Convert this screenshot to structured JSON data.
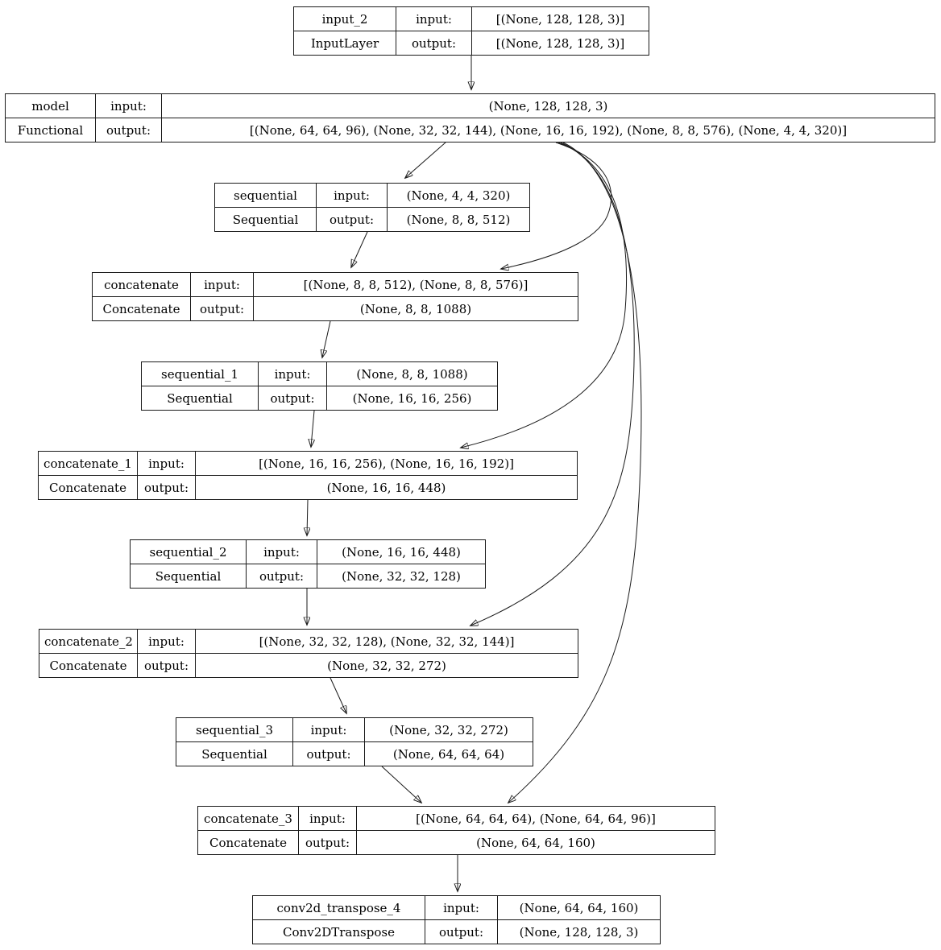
{
  "labels": {
    "input": "input:",
    "output": "output:"
  },
  "nodes": [
    {
      "name": "input_2",
      "type": "InputLayer",
      "input": "[(None, 128, 128, 3)]",
      "output": "[(None, 128, 128, 3)]"
    },
    {
      "name": "model",
      "type": "Functional",
      "input": "(None, 128, 128, 3)",
      "output": "[(None, 64, 64, 96), (None, 32, 32, 144), (None, 16, 16, 192), (None, 8, 8, 576), (None, 4, 4, 320)]"
    },
    {
      "name": "sequential",
      "type": "Sequential",
      "input": "(None, 4, 4, 320)",
      "output": "(None, 8, 8, 512)"
    },
    {
      "name": "concatenate",
      "type": "Concatenate",
      "input": "[(None, 8, 8, 512), (None, 8, 8, 576)]",
      "output": "(None, 8, 8, 1088)"
    },
    {
      "name": "sequential_1",
      "type": "Sequential",
      "input": "(None, 8, 8, 1088)",
      "output": "(None, 16, 16, 256)"
    },
    {
      "name": "concatenate_1",
      "type": "Concatenate",
      "input": "[(None, 16, 16, 256), (None, 16, 16, 192)]",
      "output": "(None, 16, 16, 448)"
    },
    {
      "name": "sequential_2",
      "type": "Sequential",
      "input": "(None, 16, 16, 448)",
      "output": "(None, 32, 32, 128)"
    },
    {
      "name": "concatenate_2",
      "type": "Concatenate",
      "input": "[(None, 32, 32, 128), (None, 32, 32, 144)]",
      "output": "(None, 32, 32, 272)"
    },
    {
      "name": "sequential_3",
      "type": "Sequential",
      "input": "(None, 32, 32, 272)",
      "output": "(None, 64, 64, 64)"
    },
    {
      "name": "concatenate_3",
      "type": "Concatenate",
      "input": "[(None, 64, 64, 64), (None, 64, 64, 96)]",
      "output": "(None, 64, 64, 160)"
    },
    {
      "name": "conv2d_transpose_4",
      "type": "Conv2DTranspose",
      "input": "(None, 64, 64, 160)",
      "output": "(None, 128, 128, 3)"
    }
  ],
  "edges": [
    {
      "from": "input_2",
      "to": "model"
    },
    {
      "from": "model",
      "to": "sequential"
    },
    {
      "from": "model",
      "to": "concatenate"
    },
    {
      "from": "sequential",
      "to": "concatenate"
    },
    {
      "from": "concatenate",
      "to": "sequential_1"
    },
    {
      "from": "model",
      "to": "concatenate_1"
    },
    {
      "from": "sequential_1",
      "to": "concatenate_1"
    },
    {
      "from": "concatenate_1",
      "to": "sequential_2"
    },
    {
      "from": "sequential_2",
      "to": "concatenate_2"
    },
    {
      "from": "model",
      "to": "concatenate_2"
    },
    {
      "from": "concatenate_2",
      "to": "sequential_3"
    },
    {
      "from": "sequential_3",
      "to": "concatenate_3"
    },
    {
      "from": "model",
      "to": "concatenate_3"
    },
    {
      "from": "concatenate_3",
      "to": "conv2d_transpose_4"
    }
  ],
  "edge_color": "#1a1a1a",
  "border_color": "#1a1a1a",
  "background_color": "#ffffff"
}
